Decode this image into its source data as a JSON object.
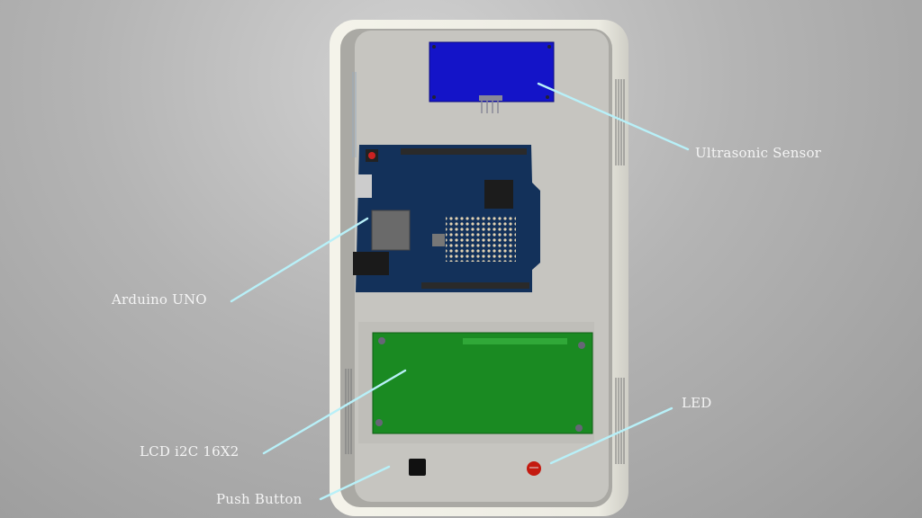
{
  "labels": {
    "ultrasonic": "Ultrasonic Sensor",
    "arduino": "Arduino UNO",
    "lcd": "LCD i2C 16X2",
    "push_button": "Push Button",
    "led": "LED"
  },
  "colors": {
    "leader_line": "#b8f0f8",
    "sensor": "#1414c8",
    "arduino_board": "#13315a",
    "lcd_board": "#1a8a22",
    "led": "#c41a10",
    "enclosure": "#f0efe6"
  }
}
